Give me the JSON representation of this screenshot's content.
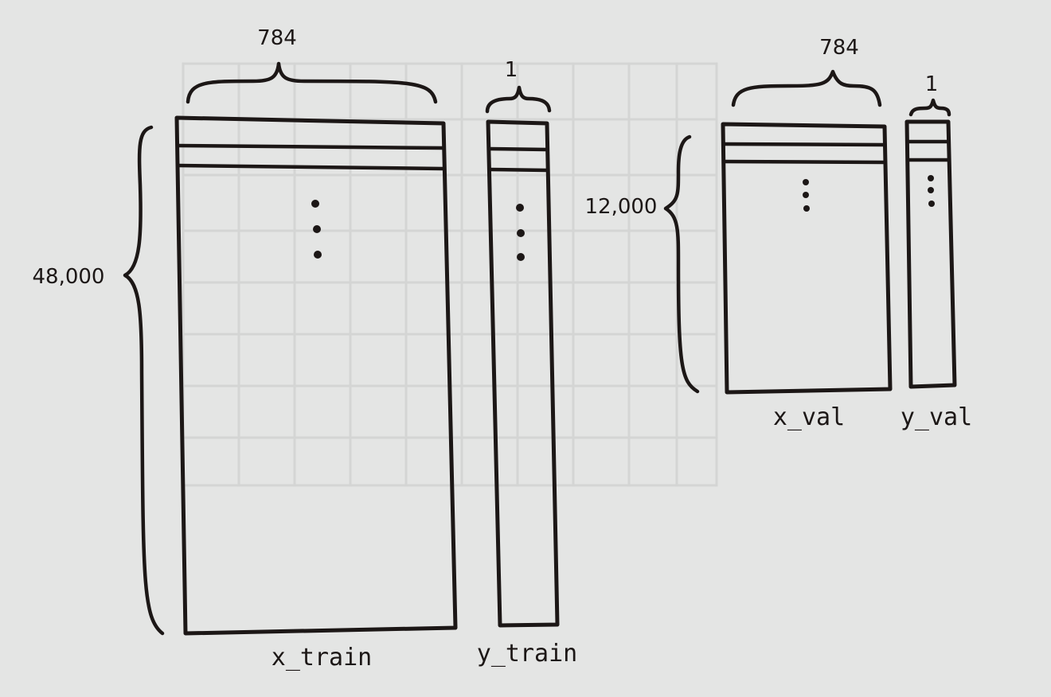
{
  "diagram": {
    "x_train": {
      "name": "x_train",
      "rows": "48,000",
      "cols": "784"
    },
    "y_train": {
      "name": "y_train",
      "cols": "1"
    },
    "x_val": {
      "name": "x_val",
      "rows": "12,000",
      "cols": "784"
    },
    "y_val": {
      "name": "y_val",
      "cols": "1"
    }
  },
  "colors": {
    "ink": "#1c1716",
    "paper": "#e4e5e4"
  }
}
